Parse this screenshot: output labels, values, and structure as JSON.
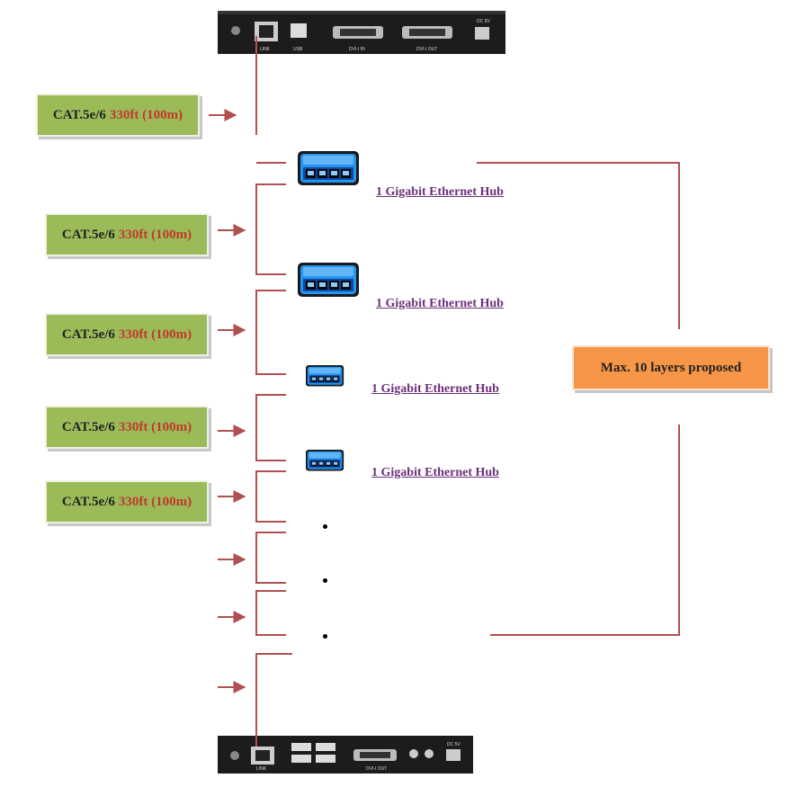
{
  "cables": [
    {
      "type": "CAT.5e/6",
      "distance": "330ft (100m)"
    },
    {
      "type": "CAT.5e/6",
      "distance": "330ft (100m)"
    },
    {
      "type": "CAT.5e/6",
      "distance": "330ft (100m)"
    },
    {
      "type": "CAT.5e/6",
      "distance": "330ft (100m)"
    },
    {
      "type": "CAT.5e/6",
      "distance": "330ft (100m)"
    }
  ],
  "hubs": [
    {
      "label": "1 Gigabit Ethernet Hub"
    },
    {
      "label": "1 Gigabit Ethernet Hub"
    },
    {
      "label": "1 Gigabit Ethernet Hub"
    },
    {
      "label": "1 Gigabit Ethernet Hub"
    }
  ],
  "max_layers": "Max. 10 layers proposed",
  "transmitter": {
    "ports": [
      "LINK",
      "USB",
      "DVI-I IN",
      "DVI-I OUT",
      "DC 5V"
    ]
  },
  "receiver": {
    "ports": [
      "LINK",
      "DVI-I OUT",
      "DC 5V"
    ]
  },
  "colors": {
    "line": "#b05050",
    "cable_box": "#9bbb59",
    "distance_text": "#c0392b",
    "hub_label": "#6b2f7a",
    "max_box": "#f79646",
    "hub_body": "#1e88e5"
  }
}
